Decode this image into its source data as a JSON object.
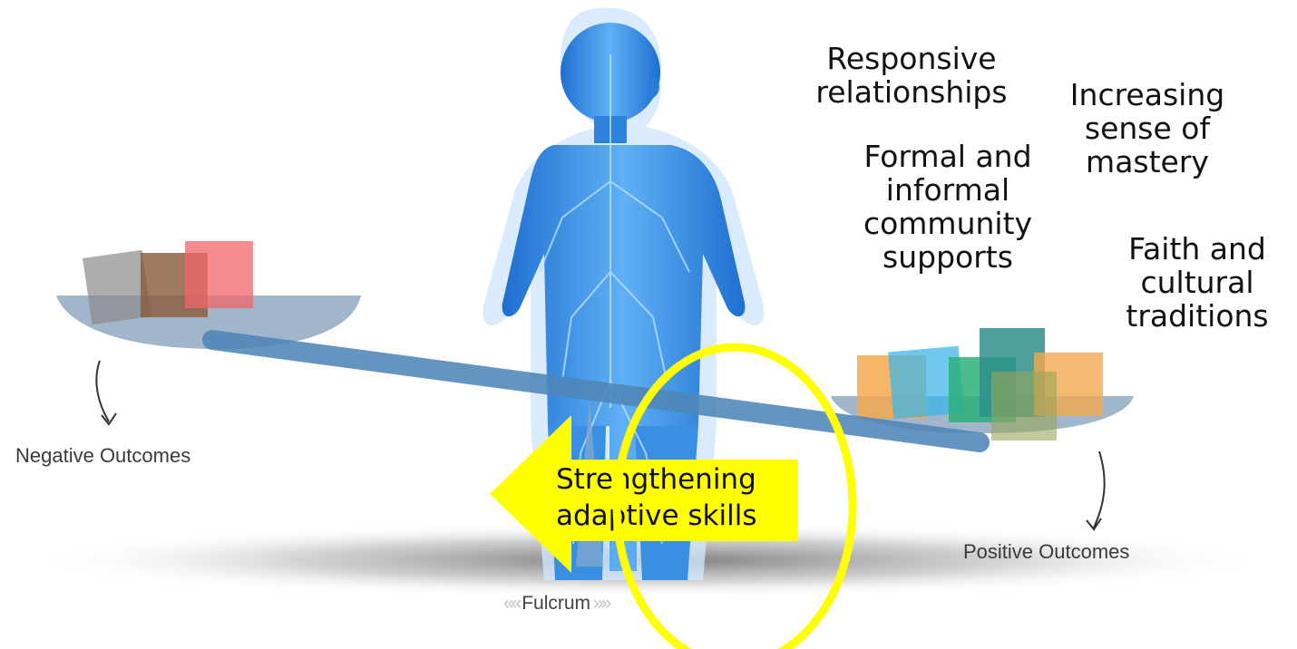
{
  "labels": {
    "responsive": "Responsive\nrelationships",
    "mastery": "Increasing\nsense of\nmastery",
    "community": "Formal and\ninformal\ncommunity\nsupports",
    "faith": "Faith and\ncultural\ntraditions"
  },
  "outcomes": {
    "negative": "Negative Outcomes",
    "positive": "Positive Outcomes"
  },
  "fulcrum": {
    "chev_left": "«« ",
    "label": "Fulcrum",
    "chev_right": " »»"
  },
  "arrow_label": {
    "line1": "Strengthening",
    "line2": "adaptive skills"
  },
  "colors": {
    "plank": "#4f86b8",
    "tray": "#8aa4bd",
    "figure": "#3b8fe0",
    "highlight": "#ffff00"
  }
}
